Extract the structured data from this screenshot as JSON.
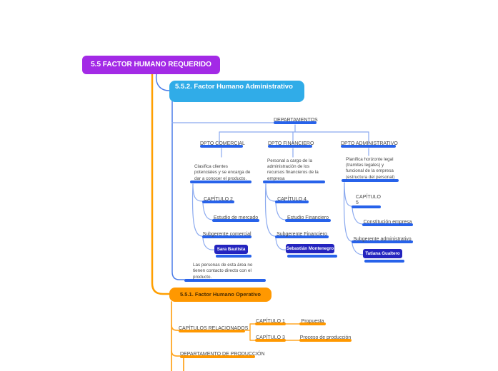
{
  "colors": {
    "purple": "#A32AE6",
    "sky_blue": "#30ACE8",
    "orange": "#FF9800",
    "bar_blue": "#2762EA",
    "person_navy": "#2424BF",
    "connector_blue": "#8AA9EF",
    "connector_orange": "#FFA726"
  },
  "root": {
    "label": "5.5 FACTOR HUMANO REQUERIDO"
  },
  "admin": {
    "label": "5.5.2. Factor Humano Administrativo",
    "departamentos": "DEPARTAMENTOS",
    "comercial": {
      "title": "DPTO COMERCIAL",
      "description": "Clasifica clientes potenciales y se encarga de dar a conocer el producto.",
      "capitulo": "CAPÍTULO 2",
      "capitulo_detail": "Estudio de mercado",
      "subgerente": "Subgerente comercial",
      "person": "Sara Bautista"
    },
    "financiero": {
      "title": "DPTO FINANCIERO",
      "description": "Personal a cargo de la administración de los recursos financieros de la empresa",
      "capitulo": "CAPÍTULO 4",
      "capitulo_detail": "Estudio Financiero",
      "subgerente": "Subgerente Financiero",
      "person": "Sebastián Montenegro"
    },
    "administrativo": {
      "title": "DPTO ADMINISTRATIVO",
      "description": "Planifica horizonte legal (tramites legales) y funcional de la empresa (estructura del personal)",
      "capitulo": "CAPÍTULO 5",
      "capitulo_detail": "Constitución empresa",
      "subgerente": "Subgerente administrativo",
      "person": "Tatiana Gualtero"
    },
    "note": "Las personas de esta área no tienen contacto directo con el producto."
  },
  "oper": {
    "label": "5.5.1. Factor Humano Operativo",
    "capitulos_relacionados": "CAPÍTULOS RELACIONADOS",
    "capitulo_1": "CAPÍTULO 1",
    "capitulo_1_detail": "Propuesta",
    "capitulo_3": "CAPÍTULO 3",
    "capitulo_3_detail": "Proceso de producción",
    "departamento": "DEPARTAMENTO DE PRODUCCIÓN"
  }
}
